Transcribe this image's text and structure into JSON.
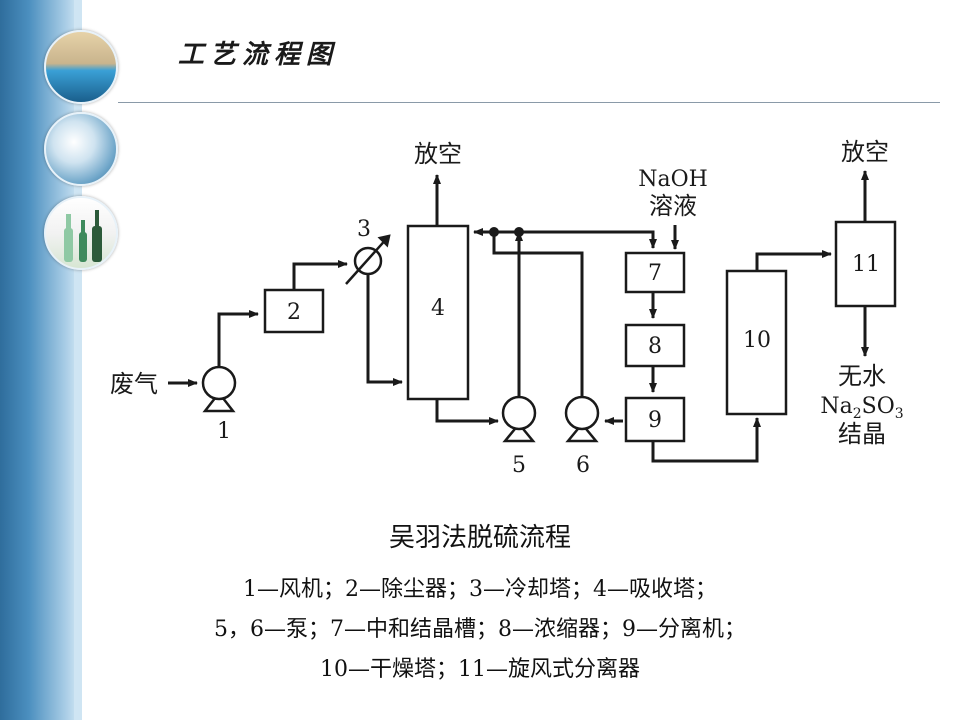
{
  "header": {
    "title": "工艺流程图"
  },
  "diagram": {
    "labels": {
      "vent_left": "放空",
      "vent_right": "放空",
      "naoh": "NaOH",
      "naoh_solution": "溶液",
      "waste_gas": "废气",
      "product_line1": "无水",
      "product_na": "Na",
      "product_2": "2",
      "product_so": "SO",
      "product_3": "3",
      "product_line3": "结晶"
    },
    "nodes": {
      "n1": "1",
      "n2": "2",
      "n3": "3",
      "n4": "4",
      "n5": "5",
      "n6": "6",
      "n7": "7",
      "n8": "8",
      "n9": "9",
      "n10": "10",
      "n11": "11"
    }
  },
  "caption": "吴羽法脱硫流程",
  "legend": [
    "1—风机；2—除尘器；3—冷却塔；4—吸收塔；",
    "5，6—泵；7—中和结晶槽；8—浓缩器；9—分离机；",
    "10—干燥塔；11—旋风式分离器"
  ],
  "colors": {
    "line": "#1a1a1a",
    "sidebar": "#3f82b5"
  }
}
